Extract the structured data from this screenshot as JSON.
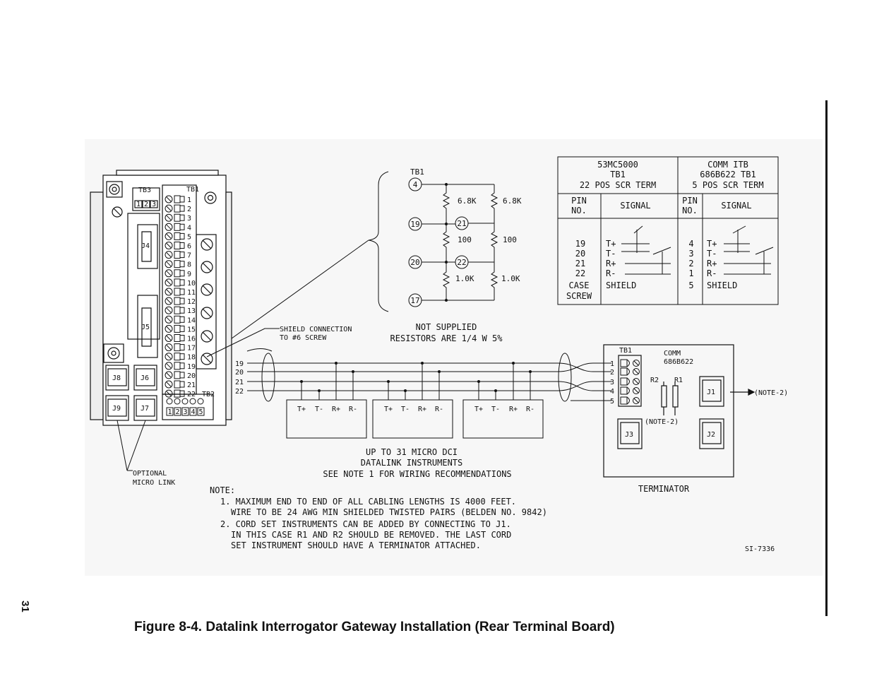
{
  "page_number": "31",
  "caption": "Figure 8-4.  Datalink Interrogator Gateway Installation (Rear Terminal Board)",
  "drawing_number": "SI-7336",
  "table": {
    "left_header": [
      "53MC5000",
      "TB1",
      "22 POS SCR TERM"
    ],
    "right_header": [
      "COMM ITB",
      "686B622  TB1",
      "5 POS SCR TERM"
    ],
    "col_pin": [
      "PIN",
      "NO."
    ],
    "col_signal": "SIGNAL",
    "left_pins": [
      "19",
      "20",
      "21",
      "22",
      "CASE",
      "SCREW"
    ],
    "left_signals": [
      "T+",
      "T-",
      "R+",
      "R-",
      "SHIELD"
    ],
    "right_pins": [
      "4",
      "3",
      "2",
      "1",
      "5"
    ],
    "right_signals": [
      "T+",
      "T-",
      "R+",
      "R-",
      "SHIELD"
    ]
  },
  "resistor_net": {
    "tb_label": "TB1",
    "nodes": [
      "4",
      "19",
      "21",
      "20",
      "22",
      "17"
    ],
    "values": [
      "6.8K",
      "6.8K",
      "100",
      "100",
      "1.0K",
      "1.0K"
    ],
    "note": [
      "NOT SUPPLIED",
      "RESISTORS ARE 1/4 W 5%"
    ]
  },
  "unit": {
    "tb3": "TB3",
    "tb1": "TB1",
    "tb2": "TB2",
    "tb3_terms": [
      "1",
      "2",
      "3"
    ],
    "tb1_terms": [
      "1",
      "2",
      "3",
      "4",
      "5",
      "6",
      "7",
      "8",
      "9",
      "10",
      "11",
      "12",
      "13",
      "14",
      "15",
      "16",
      "17",
      "18",
      "19",
      "20",
      "21",
      "22"
    ],
    "tb2_terms": [
      "1",
      "2",
      "3",
      "4",
      "5"
    ],
    "connectors": [
      "J4",
      "J5",
      "J8",
      "J6",
      "J9",
      "J7"
    ]
  },
  "shield_label": [
    "SHIELD CONNECTION",
    "TO #6 SCREW"
  ],
  "micro_link_label": [
    "OPTIONAL",
    "MICRO LINK"
  ],
  "bus_lines": [
    "19",
    "20",
    "21",
    "22"
  ],
  "instrument_signals": [
    "T+",
    "T-",
    "R+",
    "R-"
  ],
  "instruments_label": [
    "UP TO 31 MICRO DCI",
    "DATALINK INSTRUMENTS",
    "SEE NOTE 1 FOR WIRING RECOMMENDATIONS"
  ],
  "terminator": {
    "tb_label": "TB1",
    "comm_label": [
      "COMM",
      "686B622"
    ],
    "terms": [
      "1",
      "2",
      "3",
      "4",
      "5"
    ],
    "r2": "R2",
    "r1": "R1",
    "note_inner": "(NOTE-2)",
    "note_outer": "(NOTE-2)",
    "jacks": [
      "J1",
      "J2",
      "J3"
    ],
    "label": "TERMINATOR"
  },
  "notes": {
    "heading": "NOTE:",
    "lines": [
      "1. MAXIMUM END TO END OF ALL CABLING LENGTHS IS 4000 FEET.",
      "WIRE TO BE 24 AWG MIN SHIELDED TWISTED PAIRS (BELDEN NO. 9842)",
      "2. CORD SET INSTRUMENTS CAN BE ADDED BY CONNECTING TO J1.",
      "IN THIS CASE R1 AND R2 SHOULD BE REMOVED. THE LAST CORD",
      "SET INSTRUMENT SHOULD HAVE A TERMINATOR ATTACHED."
    ]
  }
}
